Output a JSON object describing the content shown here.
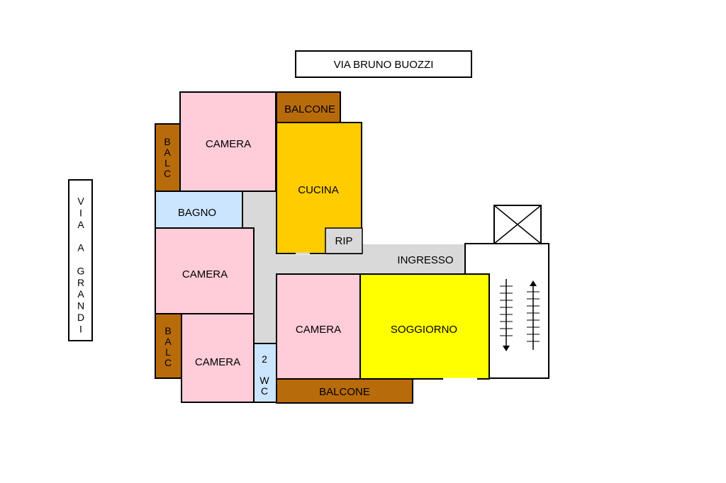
{
  "streets": {
    "top": "VIA BRUNO BUOZZI",
    "left": "VIA A GRANDI"
  },
  "rooms": {
    "camera_top": "CAMERA",
    "camera_mid": "CAMERA",
    "camera_bottom_left": "CAMERA",
    "camera_center": "CAMERA",
    "cucina": "CUCINA",
    "bagno": "BAGNO",
    "rip": "RIP",
    "ingresso": "INGRESSO",
    "soggiorno": "SOGGIORNO",
    "wc": "2 WC",
    "balcone_top": "BALCONE",
    "balcone_bottom": "BALCONE",
    "balc_left_top": "BALC",
    "balc_left_bottom": "BALC"
  },
  "colors": {
    "camera": "#ffccd9",
    "cucina": "#ffcc00",
    "soggiorno": "#ffff00",
    "bagno": "#cce5ff",
    "balcone": "#b86b0b",
    "corridor": "#d9d9d9",
    "stairs": "#ffffff",
    "wall": "#000000"
  },
  "icons": {
    "elevator": "elevator-cross-icon",
    "stairs_down": "stairs-down-arrow-icon",
    "stairs_up": "stairs-up-arrow-icon"
  }
}
